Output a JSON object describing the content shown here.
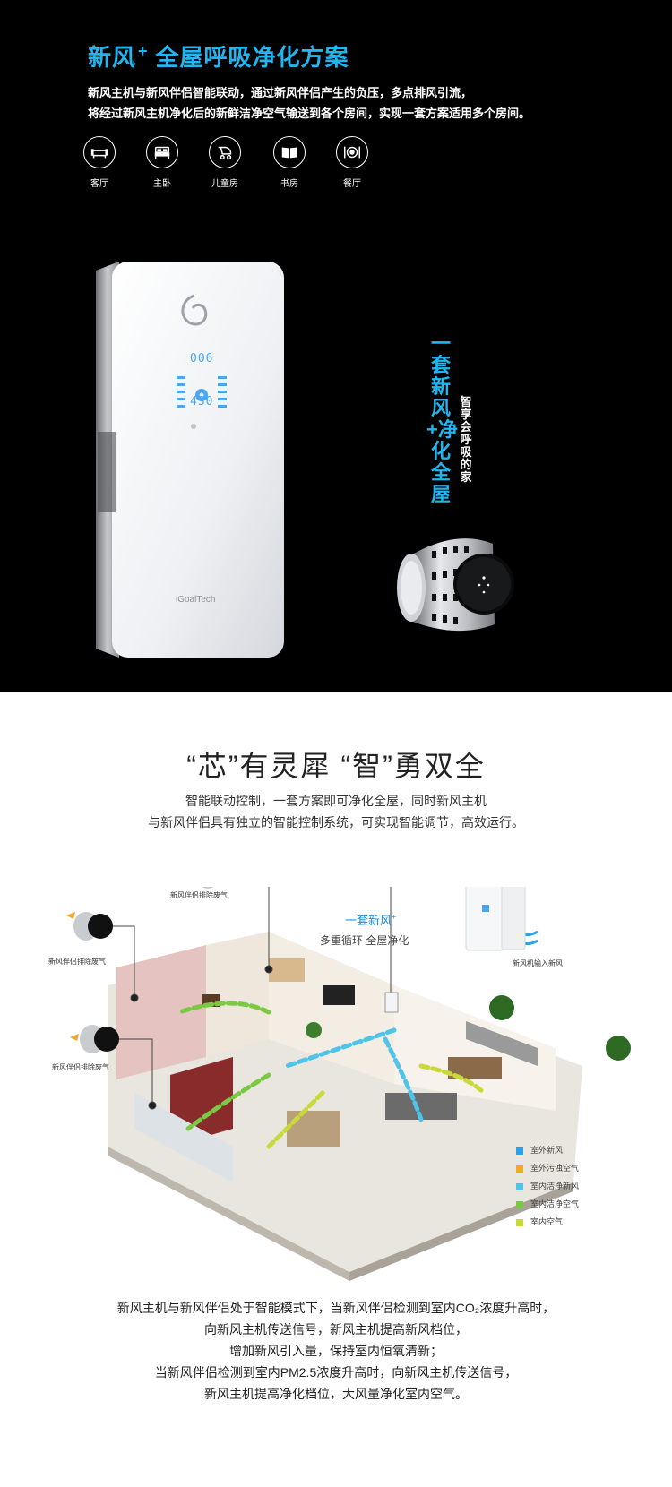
{
  "hero": {
    "title": "新风",
    "title_plus": "+",
    "title_rest": "全屋呼吸净化方案",
    "desc_line1": "新风主机与新风伴侣智能联动，通过新风伴侣产生的负压，多点排风引流，",
    "desc_line2": "将经过新风主机净化后的新鲜洁净空气输送到各个房间，实现一套方案适用多个房间。",
    "rooms": [
      {
        "label": "客厅",
        "icon": "sofa-icon"
      },
      {
        "label": "主卧",
        "icon": "bed-icon"
      },
      {
        "label": "儿童房",
        "icon": "stroller-icon"
      },
      {
        "label": "书房",
        "icon": "book-icon"
      },
      {
        "label": "餐厅",
        "icon": "dining-icon"
      }
    ],
    "vertical_title": "一套新风+净化全屋",
    "vertical_sub": "智享会呼吸的家",
    "brand": "iGoalTech",
    "screen_top": "006",
    "screen_bottom": "430"
  },
  "section2": {
    "title": "“芯”有灵犀 “智”勇双全",
    "desc_line1": "智能联动控制，一套方案即可净化全屋，同时新风主机",
    "desc_line2": "与新风伴侣具有独立的智能控制系统，可实现智能调节，高效运行。"
  },
  "diagram": {
    "heading": "一套新风",
    "heading_plus": "+",
    "subheading": "多重循环 全屋净化",
    "companion_labels": [
      "新风伴侣排除废气",
      "新风伴侣排除废气",
      "新风伴侣排除废气"
    ],
    "main_label": "新风机输入新风",
    "legend": [
      {
        "label": "室外新风",
        "color": "#2ea0e6"
      },
      {
        "label": "室外污浊空气",
        "color": "#f0a830"
      },
      {
        "label": "室内洁净新风",
        "color": "#4fc3e8"
      },
      {
        "label": "室内洁净空气",
        "color": "#7ac943"
      },
      {
        "label": "室内空气",
        "color": "#c9d93a"
      }
    ]
  },
  "bottom": {
    "lines": [
      "新风主机与新风伴侣处于智能模式下，当新风伴侣检测到室内CO₂浓度升高时，",
      "向新风主机传送信号，新风主机提高新风档位，",
      "增加新风引入量，保持室内恒氧清新；",
      "当新风伴侣检测到室内PM2.5浓度升高时，向新风主机传送信号，",
      "新风主机提高净化档位，大风量净化室内空气。"
    ]
  }
}
